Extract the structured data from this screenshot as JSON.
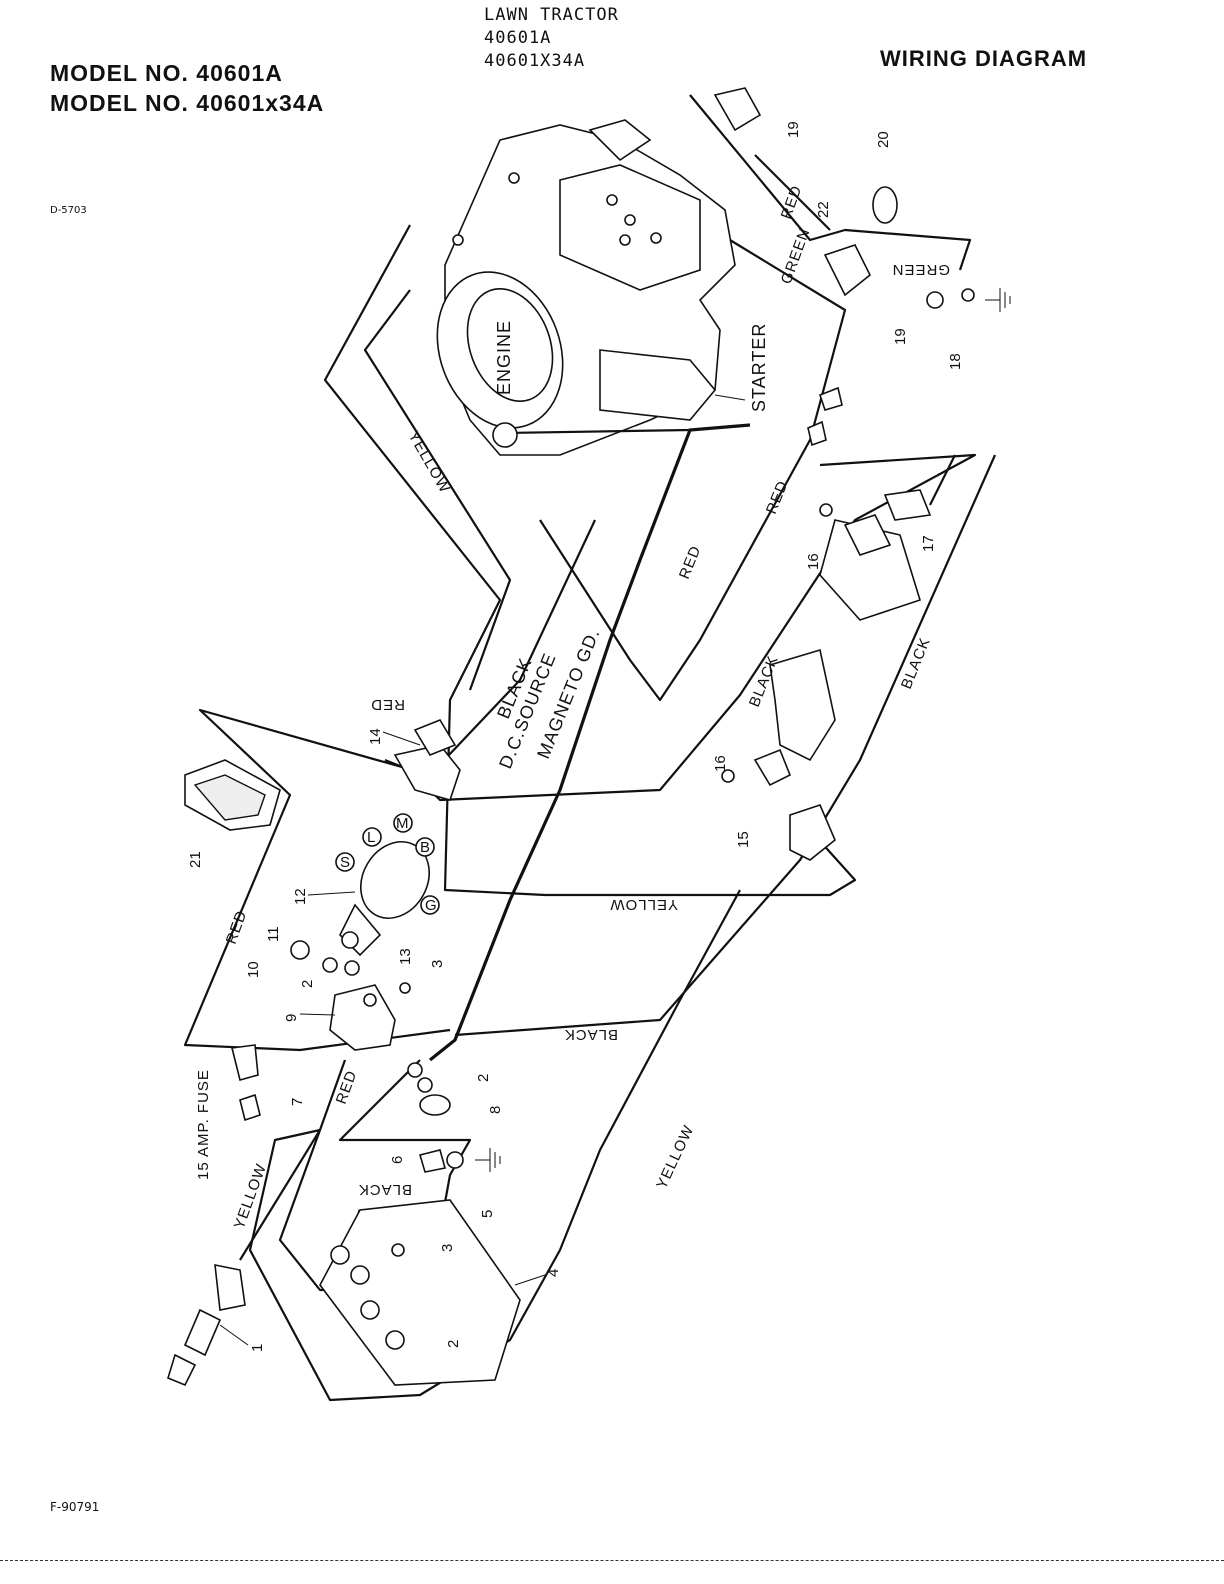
{
  "header": {
    "subtitle_line1": "LAWN TRACTOR",
    "subtitle_line2": "40601A",
    "subtitle_line3": "40601X34A",
    "model_line1": "MODEL NO. 40601A",
    "model_line2": "MODEL NO. 40601x34A",
    "title": "WIRING DIAGRAM",
    "drawing_ref": "D-5703"
  },
  "footer": {
    "form_no": "F-90791"
  },
  "components": {
    "engine": "ENGINE",
    "starter": "STARTER",
    "fuse": "15 AMP. FUSE"
  },
  "wire_labels": {
    "yellow": "YELLOW",
    "red": "RED",
    "black": "BLACK",
    "green": "GREEN",
    "dc_source": "D.C.SOURCE",
    "magneto": "MAGNETO GD."
  },
  "switch_terminals": [
    "S",
    "L",
    "M",
    "B",
    "G"
  ],
  "callouts": [
    "1",
    "2",
    "3",
    "4",
    "5",
    "6",
    "7",
    "8",
    "9",
    "10",
    "11",
    "12",
    "13",
    "14",
    "15",
    "16",
    "17",
    "18",
    "19",
    "20",
    "21",
    "22"
  ]
}
